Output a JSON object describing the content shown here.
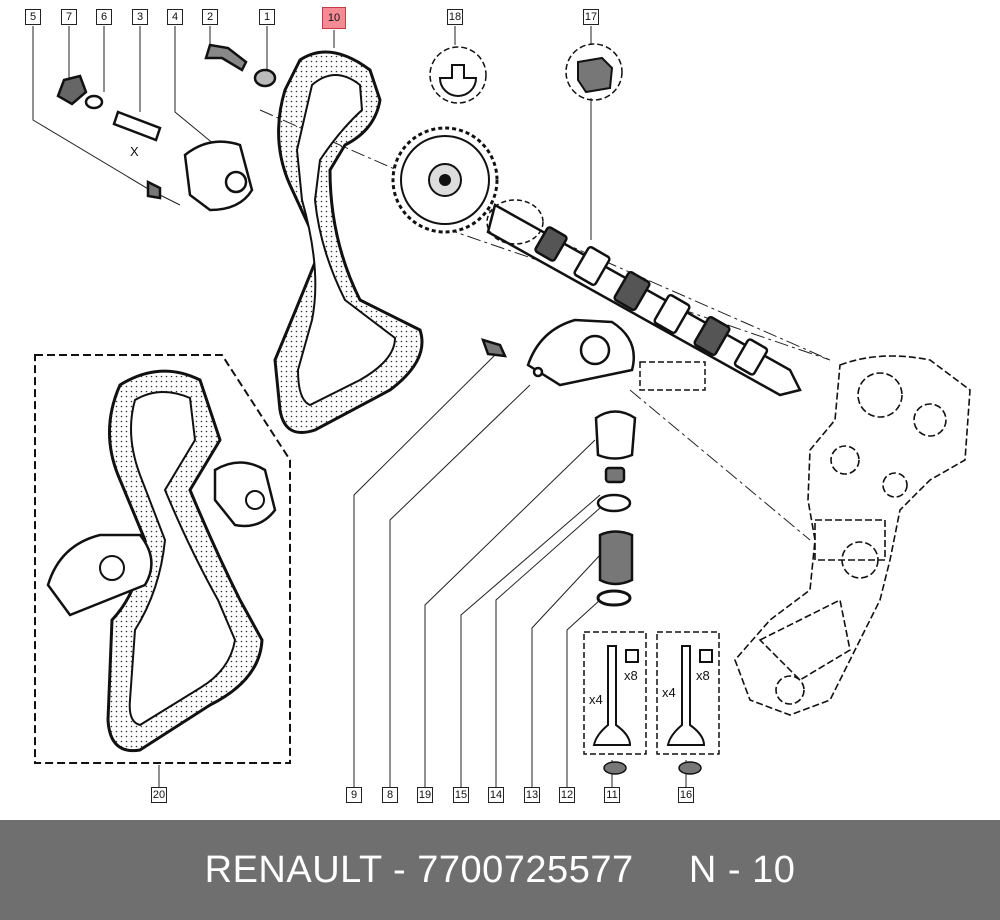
{
  "callouts": {
    "c5": "5",
    "c7": "7",
    "c6": "6",
    "c3": "3",
    "c4": "4",
    "c2": "2",
    "c1": "1",
    "c10": "10",
    "c18": "18",
    "c17": "17",
    "c20": "20",
    "c9": "9",
    "c8": "8",
    "c19": "19",
    "c15": "15",
    "c14": "14",
    "c13": "13",
    "c12": "12",
    "c11": "11",
    "c16": "16"
  },
  "labels": {
    "x_mark": "X",
    "q_valve_a": "x4",
    "q_keeper_a": "x8",
    "q_valve_b": "x4",
    "q_keeper_b": "x8"
  },
  "footer": {
    "text": "RENAULT - 7700725577     N - 10"
  },
  "colors": {
    "highlight": "#f28b93",
    "footer_bg": "#6f6f6f"
  }
}
